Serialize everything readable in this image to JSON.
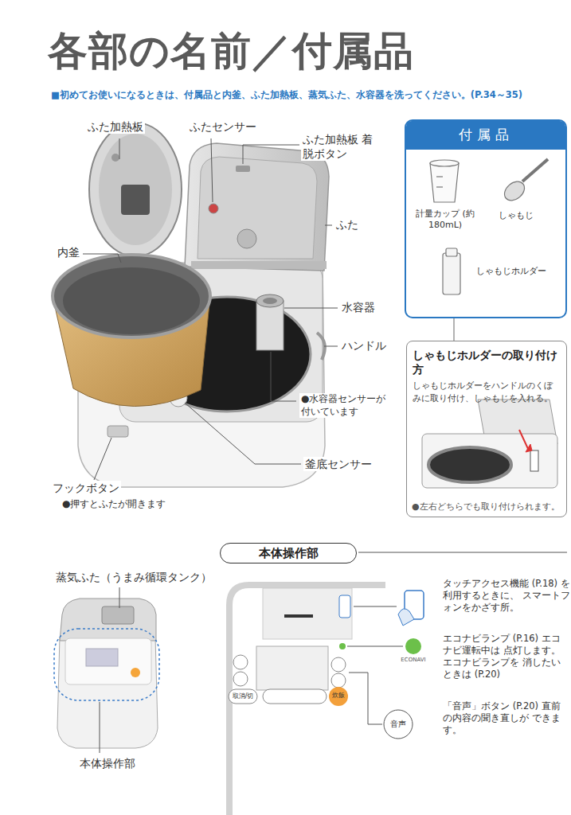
{
  "diagram": {
    "title": "各部の名前／付属品",
    "nodes": [
      {
        "text": [
          "付属品"
        ]
      },
      {
        "text": [
          "しゃもじホルダーの取り付け方",
          "しゃもじホルダーをハンドルのくぼみに取り付け、しゃもじを入れる。",
          "●左右どちらでも取り付けられます。"
        ]
      },
      {
        "text": [
          "本体操作部"
        ]
      }
    ],
    "edges": [
      {
        "from": 0,
        "to": 1,
        "arrow": "none"
      }
    ],
    "labels": [
      "■初めてお使いになるときは、付属品と内釜、ふた加熱板、蒸気ふた、水容器を洗ってください。(P.34～35)",
      "ふた加熱板",
      "ふたセンサー",
      "ふた加熱板 着脱ボタン",
      "ふた",
      "内釜",
      "水容器",
      "ハンドル",
      "●水容器センサーが 付いています",
      "釜底センサー",
      "フックボタン",
      "●押すとふたが開きます",
      "計量カップ (約 180mL)",
      "しゃもじ",
      "しゃもじホルダー",
      "蒸気ふた（うまみ循環タンク）",
      "本体操作部",
      "タッチアクセス機能 (P.18) を 利用するときに、 スマートフォンをかざす所。",
      "エコナビランプ (P.16) エコナビ運転中は 点灯します。 エコナビランプを 消したいときは (P.20)",
      "ECONAVI",
      "「音声」ボタン (P.20) 直前の内容の聞き直しが できます。",
      "音声",
      "炊飯",
      "取消/切"
    ]
  }
}
